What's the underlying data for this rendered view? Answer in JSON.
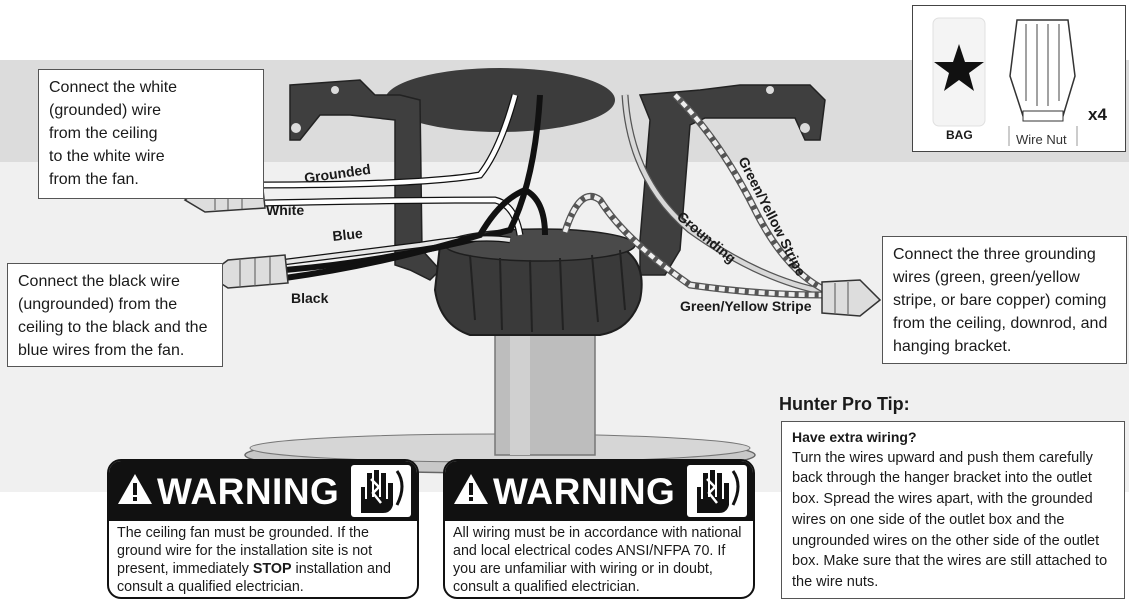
{
  "callouts": {
    "white": "Connect the white\n(grounded) wire\nfrom the ceiling\nto the white wire\nfrom the fan.",
    "black": "Connect the black wire\n(ungrounded) from the\nceiling to the black and the\nblue wires from the fan.",
    "ground": "Connect the three grounding\nwires (green, green/yellow\nstripe, or bare copper) coming\nfrom the ceiling, downrod, and\nhanging bracket."
  },
  "wire_labels": {
    "grounded": "Grounded",
    "white": "White",
    "blue": "Blue",
    "black": "Black",
    "grounding": "Grounding",
    "green_yellow_vertical": "Green/Yellow Stripe",
    "green_yellow_horizontal": "Green/Yellow Stripe"
  },
  "parts": {
    "bag_label": "BAG",
    "nut_label": "Wire Nut",
    "quantity": "x4",
    "bag_icon": "star-icon",
    "nut_icon": "wire-nut-icon"
  },
  "tip": {
    "title": "Hunter Pro Tip:",
    "heading": "Have extra wiring?",
    "body": "Turn the wires upward and push them carefully back through the hanger bracket into the outlet box. Spread the wires apart, with the grounded wires on one side of the outlet box and the ungrounded wires on the other side of the outlet box. Make sure that the wires are still attached to the wire nuts."
  },
  "warnings": [
    {
      "title": "WARNING",
      "text_before": "The ceiling fan must be grounded. If the ground wire for the installation site is not present, immediately ",
      "emphasis": "STOP",
      "text_after": " installation and consult a qualified electrician.",
      "icon": "electric-shock-hand-icon"
    },
    {
      "title": "WARNING",
      "text": "All wiring must be in accordance with national and local electrical codes ANSI/NFPA 70.  If you are unfamiliar with wiring or in doubt, consult a qualified electrician.",
      "icon": "electric-shock-hand-icon"
    }
  ],
  "colors": {
    "band_top": "#dcdcdc",
    "band_mid": "#f0f0f0",
    "bracket": "#3a3a3a",
    "warning_header": "#111111"
  }
}
